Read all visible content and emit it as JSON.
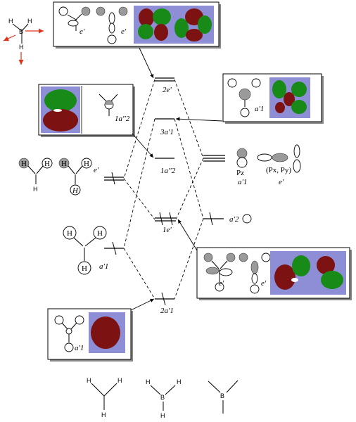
{
  "labels": {
    "lvl_2e_prime": "2e'",
    "lvl_3a1_prime": "3a'1",
    "lvl_1a2_dprime": "1a''2",
    "lvl_1e_prime": "1e'",
    "lvl_2a1_prime": "2a'1",
    "frag_pz": "Pz",
    "frag_a1_prime": "a'1",
    "frag_pxpy": "(Px, Py)",
    "frag_e_prime": "e'",
    "frag_a2_prime": "a'2",
    "h3_e_prime": "e'",
    "h3_a1_prime": "a'1",
    "box_top_e1": "e'",
    "box_top_e2": "e'",
    "box_a1": "a'1",
    "box_a2": "1a''2",
    "box_1e_e1": "e'",
    "box_1e_e2": "e'",
    "box_2a1": "a'1"
  },
  "atoms": {
    "h": "H",
    "b": "B"
  },
  "colors": {
    "panel_bg": "#8d8ed6",
    "lobe_red": "#7d1212",
    "lobe_green": "#178a17",
    "arrow_red": "#e0331b"
  }
}
